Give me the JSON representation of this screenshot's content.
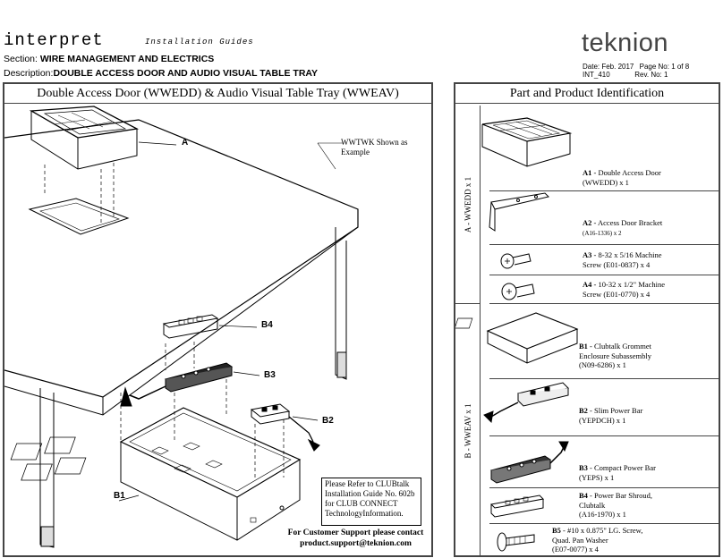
{
  "header": {
    "brand": "interpret",
    "subtitle": "Installation Guides",
    "section_label": "Section:",
    "section_value": "WIRE MANAGEMENT AND ELECTRICS",
    "description_label": "Description:",
    "description_value": "DOUBLE ACCESS DOOR AND AUDIO VISUAL TABLE TRAY",
    "logo": "teknion",
    "date": "Date: Feb. 2017",
    "page": "Page No: 1 of 8",
    "doc_id": "INT_410",
    "rev": "Rev. No: 1"
  },
  "left_panel": {
    "title": "Double Access Door (WWEDD) & Audio Visual Table Tray (WWEAV)",
    "callouts": {
      "a": "A",
      "b1": "B1",
      "b2": "B2",
      "b3": "B3",
      "b4": "B4"
    },
    "example_note_line1": "WWTWK Shown as",
    "example_note_line2": "Example",
    "reference_note": "Please Refer to CLUBtalk Installation Guide No. 602b for CLUB CONNECT TechnologyInformation.",
    "support_line1": "For Customer Support please contact",
    "support_line2": "product.support@teknion.com"
  },
  "right_panel": {
    "title": "Part and Product Identification",
    "group_a_label": "A - WWEDD x 1",
    "group_b_label": "B - WWEAV x 1",
    "parts": [
      {
        "code": "A1",
        "name": "Double Access Door",
        "detail": "(WWEDD) x 1"
      },
      {
        "code": "A2",
        "name": "Access Door Bracket",
        "detail": "(A16-1336) x 2"
      },
      {
        "code": "A3",
        "name": "8-32 x 5/16 Machine",
        "detail": "Screw (E01-0837) x 4"
      },
      {
        "code": "A4",
        "name": "10-32 x 1/2\" Machine",
        "detail": "Screw (E01-0770) x 4"
      },
      {
        "code": "B1",
        "name": "Clubtalk Grommet",
        "detail": "Enclosure Subassembly",
        "detail2": "(N09-6286) x 1"
      },
      {
        "code": "B2",
        "name": "Slim Power Bar",
        "detail": "(YEPDCH) x 1"
      },
      {
        "code": "B3",
        "name": "Compact Power Bar",
        "detail": "(YEPS) x 1"
      },
      {
        "code": "B4",
        "name": "Power Bar Shroud,",
        "detail": "Clubtalk",
        "detail2": "(A16-1970) x 1"
      },
      {
        "code": "B5",
        "name": "#10 x 0.875\" LG. Screw,",
        "detail": "Quad. Pan Washer",
        "detail2": "(E07-0077) x 4"
      }
    ]
  }
}
